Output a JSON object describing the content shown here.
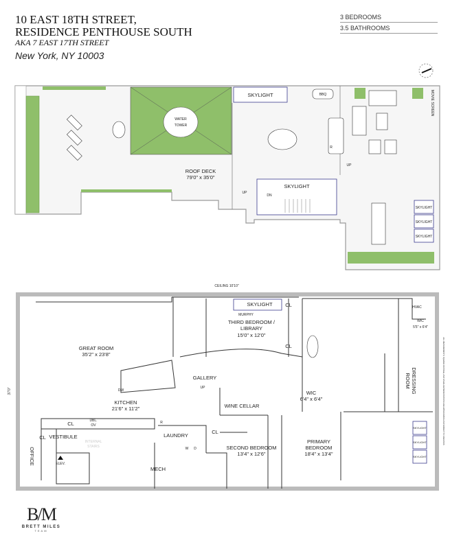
{
  "header": {
    "title_line1": "10 EAST 18TH STREET,",
    "title_line2": "RESIDENCE PENTHOUSE SOUTH",
    "aka": "AKA 7 EAST 17TH STREET",
    "city": "New York, NY 10003",
    "bedrooms": "3 BEDROOMS",
    "bathrooms": "3.5 BATHROOMS"
  },
  "roof": {
    "skylight": "SKYLIGHT",
    "bbq": "BBQ",
    "water_tower_1": "WATER",
    "water_tower_2": "TOWER",
    "roof_deck": "ROOF DECK",
    "roof_deck_dims": "79'0\" x 35'0\"",
    "up": "UP",
    "dn": "DN",
    "r": "R",
    "movie_screen": "MOVIE SCREEN",
    "green_color": "#8fbf6a",
    "skylight_color": "#3a3a8c"
  },
  "plan": {
    "ceiling": "CEILING 10'10\"",
    "height_dim": "37'0\"",
    "skylight": "SKYLIGHT",
    "murphy": "MURPHY",
    "third_bedroom_1": "THIRD BEDROOM /",
    "third_bedroom_2": "LIBRARY",
    "third_bedroom_dims": "15'0\" x 12'0\"",
    "cl": "CL",
    "hvac": "HVAC",
    "wic": "WIC",
    "wic1_dims": "5'5\" x 6'4\"",
    "great_room": "GREAT ROOM",
    "great_room_dims": "35'2\" x 23'8\"",
    "gallery": "GALLERY",
    "up": "UP",
    "dw": "DW",
    "kitchen": "KITCHEN",
    "kitchen_dims": "21'6\" x 11'2\"",
    "wine_cellar": "WINE CELLAR",
    "wic2_dims": "6'4\" x 6'4\"",
    "dressing_room_1": "DRESSING",
    "dressing_room_2": "ROOM",
    "dbl_ov_1": "DBL.",
    "dbl_ov_2": "OV",
    "r": "R",
    "vestibule": "VESTIBULE",
    "laundry": "LAUNDRY",
    "office": "OFFICE",
    "internal_stairs_1": "INTERNAL",
    "internal_stairs_2": "STAIRS",
    "elev": "ELEV.",
    "w": "W",
    "d": "D",
    "second_bedroom": "SECOND BEDROOM",
    "second_bedroom_dims": "13'4\" x 12'6\"",
    "primary_bedroom_1": "PRIMARY",
    "primary_bedroom_2": "BEDROOM",
    "primary_bedroom_dims": "18'4\" x 13'4\"",
    "mech": "MECH",
    "disclaimer": "ALL MEASUREMENTS, SQUARE FOOTAGE, AND VISUAL REPRESENTATIONS ARE APPROXIMATE AND SUBJECT TO VARIATION"
  },
  "logo": {
    "mark": "B/M",
    "name": "BRETT MILES",
    "team": "TEAM"
  }
}
